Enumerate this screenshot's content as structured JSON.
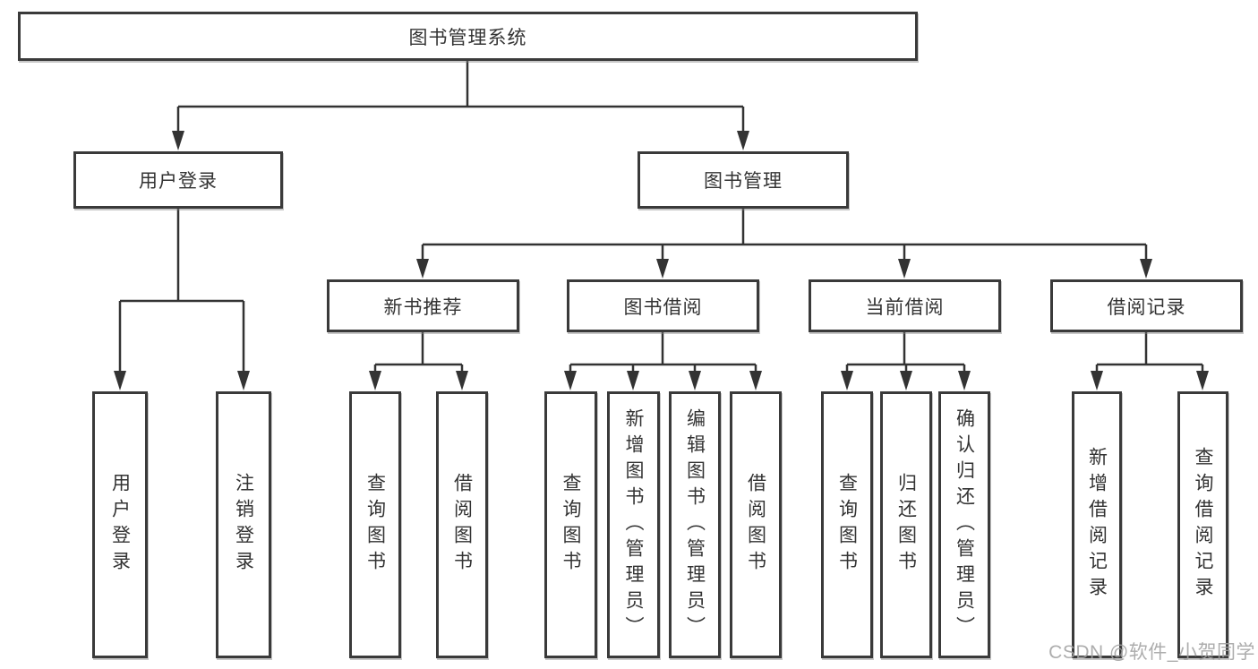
{
  "diagram": {
    "title_node": "图书管理系统",
    "type": "hierarchy-tree"
  },
  "colors": {
    "border": "#3a3a3a",
    "line": "#333333",
    "text": "#333333",
    "watermark": "#a2a2a2",
    "background": "#ffffff"
  },
  "root": {
    "label": "图书管理系统"
  },
  "branches": [
    {
      "label": "用户登录",
      "children": [
        {
          "label": "用户登录"
        },
        {
          "label": "注销登录"
        }
      ]
    },
    {
      "label": "图书管理",
      "children": [
        {
          "label": "新书推荐",
          "children": [
            {
              "label": "查询图书"
            },
            {
              "label": "借阅图书"
            }
          ]
        },
        {
          "label": "图书借阅",
          "children": [
            {
              "label": "查询图书"
            },
            {
              "label": "新增图书（管理员）"
            },
            {
              "label": "编辑图书（管理员）"
            },
            {
              "label": "借阅图书"
            }
          ]
        },
        {
          "label": "当前借阅",
          "children": [
            {
              "label": "查询图书"
            },
            {
              "label": "归还图书"
            },
            {
              "label": "确认归还（管理员）"
            }
          ]
        },
        {
          "label": "借阅记录",
          "children": [
            {
              "label": "新增借阅记录"
            },
            {
              "label": "查询借阅记录"
            }
          ]
        }
      ]
    }
  ],
  "watermark": "CSDN @软件_小贺同学"
}
